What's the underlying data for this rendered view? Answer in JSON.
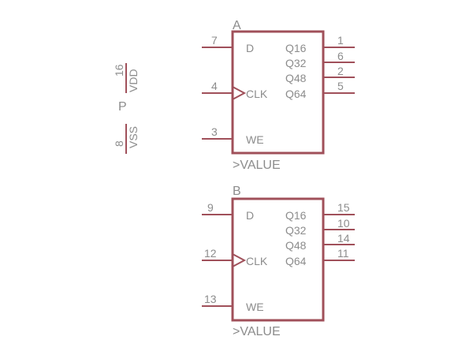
{
  "schematic": {
    "power": {
      "name": "P",
      "vdd": {
        "pin": "16",
        "label": "VDD"
      },
      "vss": {
        "pin": "8",
        "label": "VSS"
      }
    },
    "parts": [
      {
        "name": "A",
        "value": ">VALUE",
        "left_pins": [
          {
            "num": "7",
            "label": "D"
          },
          {
            "num": "4",
            "label": "CLK"
          },
          {
            "num": "3",
            "label": "WE"
          }
        ],
        "right_pins": [
          {
            "num": "1",
            "label": "Q16"
          },
          {
            "num": "6",
            "label": "Q32"
          },
          {
            "num": "2",
            "label": "Q48"
          },
          {
            "num": "5",
            "label": "Q64"
          }
        ]
      },
      {
        "name": "B",
        "value": ">VALUE",
        "left_pins": [
          {
            "num": "9",
            "label": "D"
          },
          {
            "num": "12",
            "label": "CLK"
          },
          {
            "num": "13",
            "label": "WE"
          }
        ],
        "right_pins": [
          {
            "num": "15",
            "label": "Q16"
          },
          {
            "num": "10",
            "label": "Q32"
          },
          {
            "num": "14",
            "label": "Q48"
          },
          {
            "num": "11",
            "label": "Q64"
          }
        ]
      }
    ]
  },
  "colors": {
    "wire": "#a0505a",
    "text": "#8c8c8c"
  }
}
